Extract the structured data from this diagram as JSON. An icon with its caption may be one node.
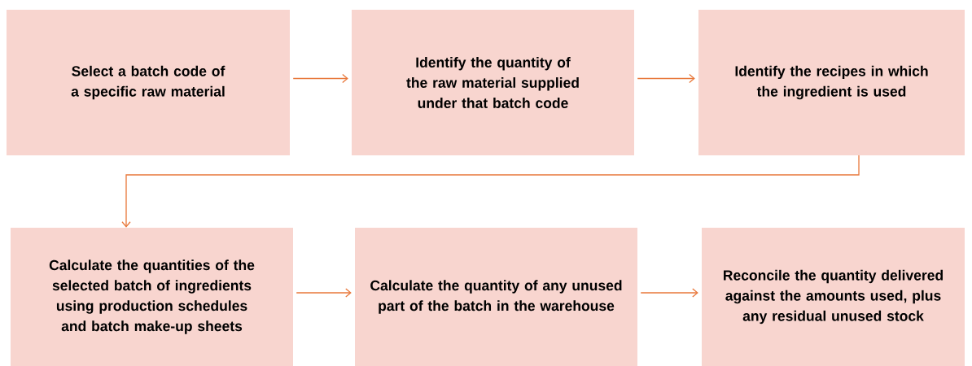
{
  "diagram": {
    "nodes": [
      {
        "text": [
          "Select a batch code of a specific raw material"
        ]
      },
      {
        "text": [
          "Identify the quantity of the raw material supplied under that batch code"
        ]
      },
      {
        "text": [
          "Identify the recipes in which the ingredient is used"
        ]
      },
      {
        "text": [
          "Calculate the quantities of the selected batch of ingredients using production schedules and batch make-up sheets"
        ]
      },
      {
        "text": [
          "Calculate the quantity of any unused part of the batch in the warehouse"
        ]
      },
      {
        "text": [
          "Reconcile the quantity delivered against the amounts used, plus any residual unused stock"
        ]
      }
    ],
    "edges": [
      {
        "from": 0,
        "to": 1,
        "arrow": "to"
      },
      {
        "from": 1,
        "to": 2,
        "arrow": "to"
      },
      {
        "from": 2,
        "to": 3,
        "arrow": "to"
      },
      {
        "from": 3,
        "to": 4,
        "arrow": "to"
      },
      {
        "from": 4,
        "to": 5,
        "arrow": "to"
      }
    ]
  }
}
